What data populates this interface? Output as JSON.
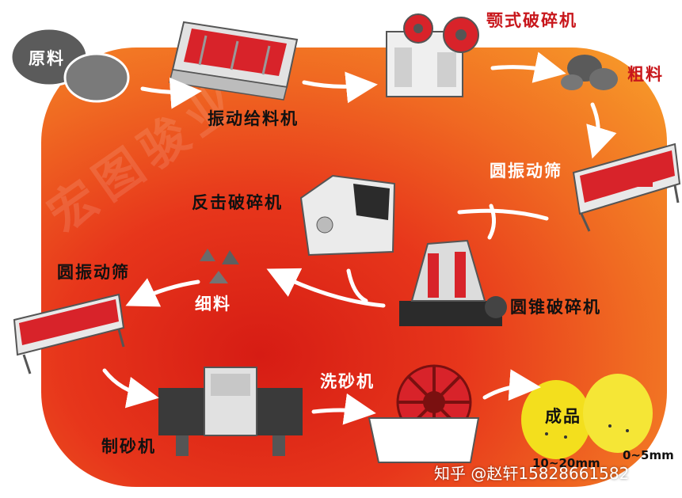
{
  "labels": {
    "raw_material": "原料",
    "vibrating_feeder": "振动给料机",
    "jaw_crusher": "颚式破碎机",
    "coarse_material": "粗料",
    "circular_screen_top": "圆振动筛",
    "impact_crusher": "反击破碎机",
    "cone_crusher": "圆锥破碎机",
    "fine_material": "细料",
    "circular_screen_left": "圆振动筛",
    "sand_maker": "制砂机",
    "sand_washer": "洗砂机",
    "finished_product": "成品",
    "size_coarse": "10~20mm",
    "size_fine": "0~5mm"
  },
  "watermark": "宏图骏业",
  "credit": "知乎 @赵轩15828661582",
  "colors": {
    "accent_red": "#c8171c",
    "machine_red": "#d8232a",
    "product_yellow": "#f3df1d",
    "stone_gray": "#6d6d6d"
  }
}
